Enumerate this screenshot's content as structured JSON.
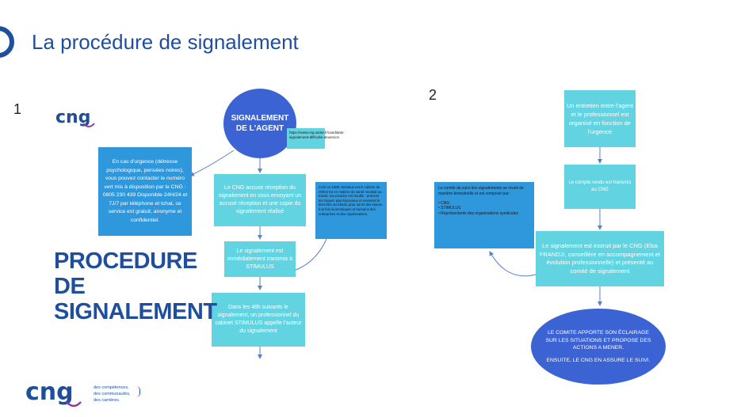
{
  "slide": {
    "title": "La procédure de signalement",
    "num1": "1",
    "num2": "2"
  },
  "logo": {
    "text": "cng",
    "tagline1": "des compétences,",
    "tagline2": "des communautés,",
    "tagline3": "des carrières."
  },
  "procedure_title": [
    "PROCEDURE",
    "DE",
    "SIGNALEMENT"
  ],
  "left_flow": {
    "circle": "SIGNALEMENT DE L'AGENT",
    "link_note": "https://www.cng.sante.fr/candidats-signalement-difficulte-dexercice",
    "urgence": "En cas d'urgence (détresse psychologique, pensées noires), vous pouvez contacter le numéro vert mis à disposition par le CNG : 0805 230 439 Disponible 24H/24 et 7J/7 par téléphone et tchat, ce service est gratuit, anonyme et confidentiel.",
    "step1": "Le CNG accuse réception du signalement en vous envoyant un accusé réception et une copie du signalement réalisé",
    "step2": "Le signalement est immédiatement transmis à STIMULUS",
    "step3": "Dans les 48h suivants le signalement, un professionnel du cabinet STIMULUS appelle l'auteur du signalement",
    "stimulus_note": "Créé en 1989, Stimulus est le cabinet de référence en matière de santé mentale au travail. Sa vocation est double : prévenir les risques psychosociaux et essentiel le bien-être au travail, pour servir des enjeux à la fois économiques et humains des entreprises et des organisations."
  },
  "right_flow": {
    "step1": "Un entretien entre l'agent et le professionnel est organisé en fonction de l'urgence",
    "step2": "Le compte rendu est transmis au CNG",
    "step3": "Le signalement est instruit par le CNG (Elsa FRANDJI, conseillère en accompagnement et évolution professionnelle) et présenté au comité de signalement",
    "committee_intro": "Le comité de suivi des signalements se réunit de manière bimestrielle et est composé par:",
    "committee_items": [
      "CNG",
      "STIMULUS",
      "Représentants des organisations syndicales"
    ],
    "final1": "LE COMITE APPORTE SON ÉCLAIRAGE SUR LES SITUATIONS ET PROPOSE DES ACTIONS A MENER.",
    "final2": "ENSUITE, LE CNG EN ASSURE LE SUIVI."
  },
  "colors": {
    "dark_blue": "#1f4e9c",
    "teal": "#62d3e1",
    "mid_blue": "#2f98dd",
    "circle_blue": "#3b63d4"
  }
}
